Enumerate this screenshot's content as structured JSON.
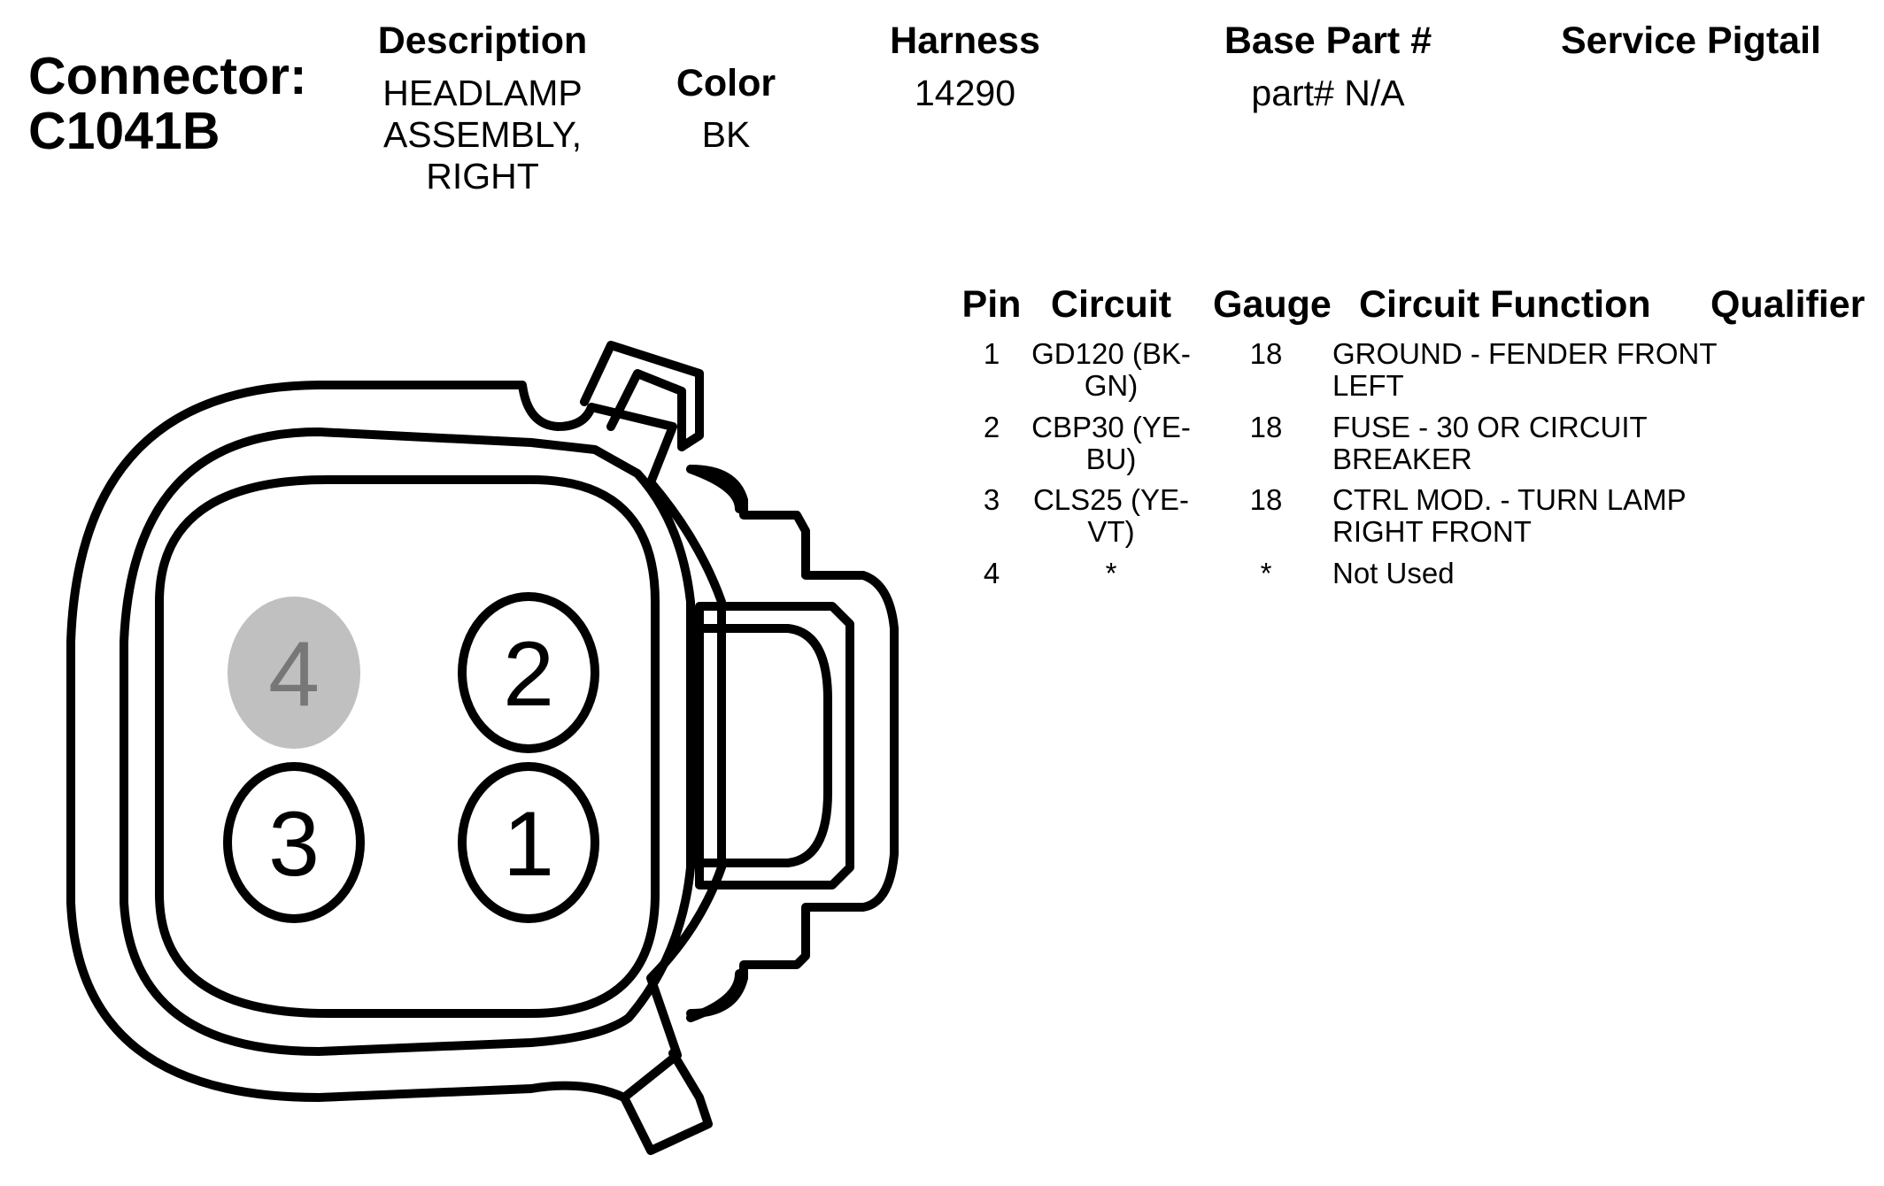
{
  "connector": {
    "label": "Connector:",
    "id": "C1041B"
  },
  "header": {
    "description": {
      "label": "Description",
      "lines": [
        "HEADLAMP",
        "ASSEMBLY,",
        "RIGHT"
      ]
    },
    "color": {
      "label": "Color",
      "value": "BK"
    },
    "harness": {
      "label": "Harness",
      "value": "14290"
    },
    "base_part": {
      "label": "Base Part #",
      "value": "part# N/A"
    },
    "service_pigtail": {
      "label": "Service Pigtail",
      "value": ""
    }
  },
  "table": {
    "columns": [
      "Pin",
      "Circuit",
      "Gauge",
      "Circuit Function",
      "Qualifier"
    ],
    "rows": [
      {
        "pin": "1",
        "circuit": [
          "GD120 (BK-",
          "GN)"
        ],
        "gauge": "18",
        "function": [
          "GROUND - FENDER FRONT",
          "LEFT"
        ],
        "qualifier": ""
      },
      {
        "pin": "2",
        "circuit": [
          "CBP30 (YE-",
          "BU)"
        ],
        "gauge": "18",
        "function": [
          "FUSE - 30 OR CIRCUIT",
          "BREAKER"
        ],
        "qualifier": ""
      },
      {
        "pin": "3",
        "circuit": [
          "CLS25 (YE-",
          "VT)"
        ],
        "gauge": "18",
        "function": [
          "CTRL MOD. - TURN LAMP",
          "RIGHT FRONT"
        ],
        "qualifier": ""
      },
      {
        "pin": "4",
        "circuit": [
          "*"
        ],
        "gauge": "*",
        "function": [
          "Not Used"
        ],
        "qualifier": ""
      }
    ]
  },
  "diagram": {
    "pins": [
      {
        "label": "4",
        "used": false
      },
      {
        "label": "2",
        "used": true
      },
      {
        "label": "3",
        "used": true
      },
      {
        "label": "1",
        "used": true
      }
    ],
    "colors": {
      "outline": "#000000",
      "unused_fill": "#c0c0c0",
      "unused_text": "#777777"
    }
  }
}
